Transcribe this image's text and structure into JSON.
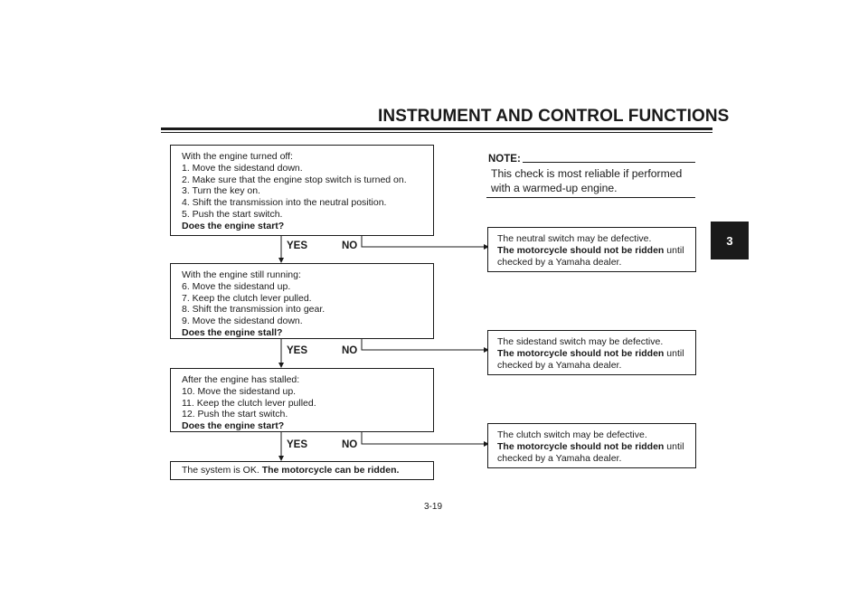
{
  "header": {
    "title": "INSTRUMENT AND CONTROL FUNCTIONS"
  },
  "chapter_tab": "3",
  "flow": {
    "step1": {
      "lines": [
        "With the engine turned off:",
        "1. Move the sidestand down.",
        "2. Make sure that the engine stop switch is turned on.",
        "3. Turn the key on.",
        "4. Shift the transmission into the neutral position.",
        "5. Push the start switch."
      ],
      "question": "Does the engine start?"
    },
    "step2": {
      "lines": [
        "With the engine still running:",
        "6. Move the sidestand up.",
        "7. Keep the clutch lever pulled.",
        "8. Shift the transmission into gear.",
        "9. Move the sidestand down."
      ],
      "question": "Does the engine stall?"
    },
    "step3": {
      "lines": [
        "After the engine has stalled:",
        "10. Move the sidestand up.",
        "11. Keep the clutch lever pulled.",
        "12. Push the start switch."
      ],
      "question": "Does the engine start?"
    },
    "final": {
      "prefix": "The system is OK. ",
      "bold": "The motorcycle can be ridden."
    },
    "yes_label": "YES",
    "no_label": "NO"
  },
  "note": {
    "label": "NOTE:",
    "text": "This check is most reliable if performed with a warmed-up engine."
  },
  "outcomes": {
    "neutral": {
      "line1": "The neutral switch may be defective.",
      "bold": "The motorcycle should not be ridden",
      "tail": " until",
      "line3": "checked by a Yamaha dealer."
    },
    "sidestand": {
      "line1": "The sidestand switch may be defective.",
      "bold": "The motorcycle should not be ridden",
      "tail": " until",
      "line3": "checked by a Yamaha dealer."
    },
    "clutch": {
      "line1": "The clutch switch may be defective.",
      "bold": "The motorcycle should not be ridden",
      "tail": " until",
      "line3": "checked by a Yamaha dealer."
    }
  },
  "page_number": "3-19"
}
